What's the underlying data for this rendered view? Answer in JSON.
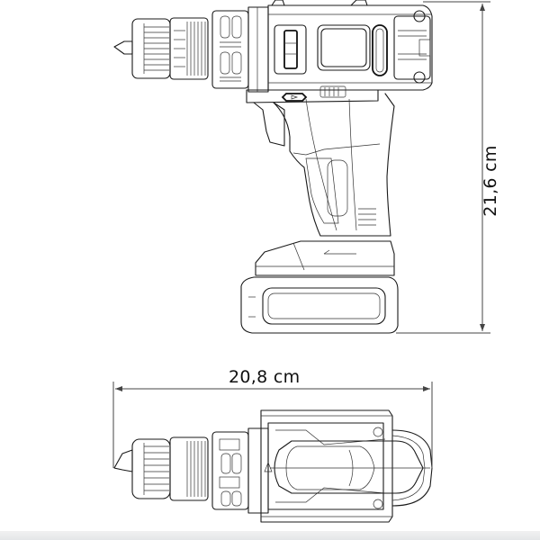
{
  "diagram": {
    "subject": "Cordless drill/driver technical line drawing",
    "views": [
      {
        "name": "side-view",
        "description": "Side elevation of drill with chuck, motor housing, handle and battery pack"
      },
      {
        "name": "top-view",
        "description": "Top plan view of drill with chuck and battery"
      }
    ],
    "dimensions": {
      "height": {
        "label": "21,6 cm",
        "value": 21.6,
        "unit": "cm",
        "orientation": "vertical"
      },
      "width": {
        "label": "20,8 cm",
        "value": 20.8,
        "unit": "cm",
        "orientation": "horizontal"
      }
    },
    "colors": {
      "line": "#1a1a1a",
      "background": "#ffffff",
      "dimension_line": "#444444"
    }
  }
}
